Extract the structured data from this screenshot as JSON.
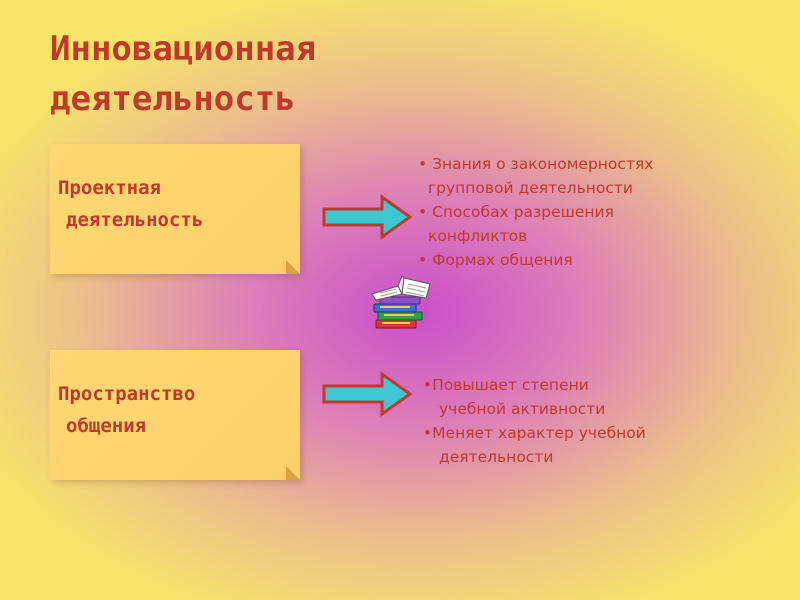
{
  "title": {
    "line1": "Инновационная",
    "line2": "деятельность"
  },
  "cards": [
    {
      "line1": "Проектная",
      "line2": "деятельность"
    },
    {
      "line1": "Пространство",
      "line2": "общения"
    }
  ],
  "list1": [
    {
      "bullet": "•",
      "text": "Знания о закономерностях",
      "cont": "групповой деятельности"
    },
    {
      "bullet": "•",
      "text": "Способах разрешения",
      "cont": "конфликтов"
    },
    {
      "bullet": "•",
      "text": "Формах общения"
    }
  ],
  "list2": [
    {
      "bullet": "•",
      "text": "Повышает степени",
      "cont": "учебной активности"
    },
    {
      "bullet": "•",
      "text": "Меняет характер учебной",
      "cont": "деятельности"
    }
  ],
  "colors": {
    "text": "#c0392b",
    "card": "#ffd873",
    "arrow_fill": "#3ec6d3",
    "arrow_stroke": "#c0392b"
  },
  "icons": {
    "arrow": "right-arrow-icon",
    "books": "books-icon"
  }
}
